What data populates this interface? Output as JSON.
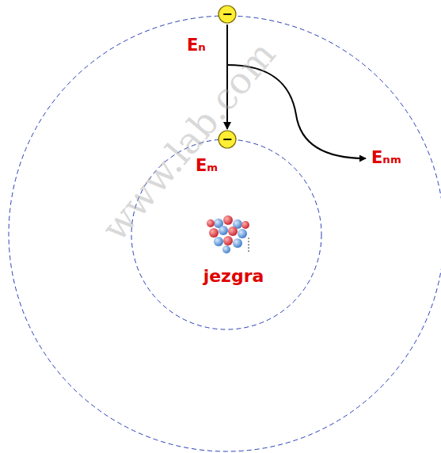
{
  "diagram": {
    "nodes": [
      {
        "text": [
          "−"
        ]
      },
      {
        "text": [
          "−"
        ]
      }
    ],
    "edges": [
      {
        "from": 0,
        "to": 1,
        "arrow": "to"
      }
    ],
    "labels": [
      "Eₙ",
      "Eₘ",
      "Eₙₘ",
      "jezgra",
      "www.lab.com"
    ]
  }
}
